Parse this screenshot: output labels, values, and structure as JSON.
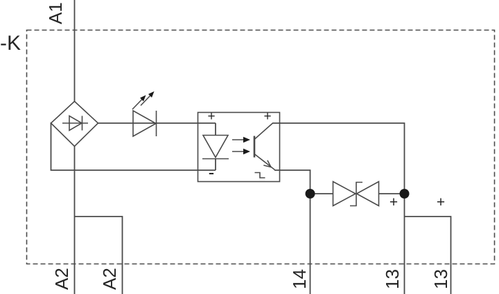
{
  "device_label": "-K",
  "terminals": {
    "a1": "A1",
    "a2_main": "A2",
    "a2_link": "A2",
    "out_14": "14",
    "out_13_main": "13",
    "out_13_link": "13"
  },
  "polarity": {
    "plus": "+",
    "minus": "-"
  },
  "components": {
    "boundary": "module-dashed-boundary",
    "bridge": "bridge-rectifier-symbol",
    "led": "indicator-led-symbol",
    "optocoupler": "optocoupler-symbol",
    "tvs": "bidirectional-tvs-suppressor-symbol",
    "output_level": "falling-edge-output-symbol"
  },
  "colors": {
    "wire": "#4a4a4a",
    "solid_marks": "#1a1a1a",
    "text": "#262626",
    "background": "#ffffff"
  }
}
